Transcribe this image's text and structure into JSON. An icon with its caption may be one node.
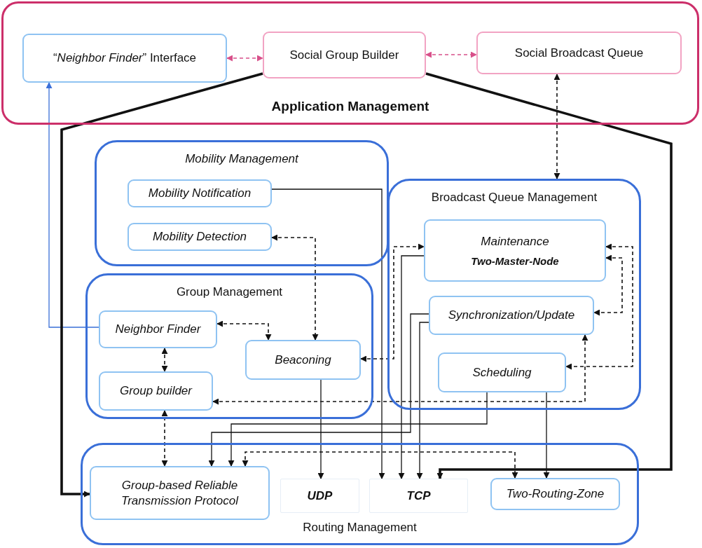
{
  "diagram": {
    "nodes": [
      {
        "text": [
          "Application Management"
        ]
      },
      {
        "text": [
          "“*Neighbor Finder*” Interface"
        ],
        "in": 0
      },
      {
        "text": [
          "Social Group Builder"
        ],
        "in": 0
      },
      {
        "text": [
          "Social Broadcast Queue"
        ],
        "in": 0
      },
      {
        "text": [
          "Mobility Management"
        ]
      },
      {
        "text": [
          "Mobility Notification"
        ],
        "in": 4
      },
      {
        "text": [
          "Mobility Detection"
        ],
        "in": 4
      },
      {
        "text": [
          "Broadcast Queue Management"
        ]
      },
      {
        "text": [
          "Maintenance",
          "Two-Master-Node"
        ],
        "in": 7
      },
      {
        "text": [
          "Synchronization/Update"
        ],
        "in": 7
      },
      {
        "text": [
          "Scheduling"
        ],
        "in": 7
      },
      {
        "text": [
          "Group Management"
        ]
      },
      {
        "text": [
          "Neighbor Finder"
        ],
        "in": 11
      },
      {
        "text": [
          "Group builder"
        ],
        "in": 11
      },
      {
        "text": [
          "Beaconing"
        ],
        "in": 11
      },
      {
        "text": [
          "Routing Management"
        ]
      },
      {
        "text": [
          "Group-based Reliable Transmission Protocol"
        ],
        "in": 15
      },
      {
        "text": [
          "UDP"
        ],
        "in": 15
      },
      {
        "text": [
          "TCP"
        ],
        "in": 15
      },
      {
        "text": [
          "Two-Routing-Zone"
        ],
        "in": 15
      }
    ],
    "edges": [
      {
        "from": 1,
        "to": 2,
        "arrow": "both",
        "style": "dashed",
        "color": "#d8508a"
      },
      {
        "from": 2,
        "to": 3,
        "arrow": "both",
        "style": "dashed",
        "color": "#d8508a"
      },
      {
        "from": 3,
        "to": 7,
        "arrow": "both",
        "style": "dashed"
      },
      {
        "from": 12,
        "to": 1,
        "arrow": "to",
        "color": "#3a6fd8"
      },
      {
        "from": 2,
        "to": 16,
        "arrow": "to",
        "style": "thick"
      },
      {
        "from": 2,
        "to": 18,
        "arrow": "to",
        "style": "thick"
      },
      {
        "from": 5,
        "to": 18,
        "arrow": "to"
      },
      {
        "from": 6,
        "to": 14,
        "arrow": "both",
        "style": "dashed"
      },
      {
        "from": 12,
        "to": 14,
        "arrow": "both",
        "style": "dashed"
      },
      {
        "from": 12,
        "to": 13,
        "arrow": "both",
        "style": "dashed"
      },
      {
        "from": 13,
        "to": 16,
        "arrow": "both",
        "style": "dashed"
      },
      {
        "from": 14,
        "to": 17,
        "arrow": "to"
      },
      {
        "from": 14,
        "to": 8,
        "arrow": "both",
        "style": "dashed"
      },
      {
        "from": 8,
        "to": 18,
        "arrow": "to"
      },
      {
        "from": 9,
        "to": 16,
        "arrow": "to"
      },
      {
        "from": 9,
        "to": 18,
        "arrow": "to"
      },
      {
        "from": 10,
        "to": 16,
        "arrow": "to"
      },
      {
        "from": 10,
        "to": 19,
        "arrow": "to"
      },
      {
        "from": 16,
        "to": 19,
        "arrow": "both",
        "style": "dashed"
      },
      {
        "from": 8,
        "to": 10,
        "arrow": "both",
        "style": "dashed"
      },
      {
        "from": 8,
        "to": 9,
        "arrow": "both",
        "style": "dashed"
      },
      {
        "from": 13,
        "to": 9,
        "arrow": "both",
        "style": "dashed"
      }
    ]
  }
}
